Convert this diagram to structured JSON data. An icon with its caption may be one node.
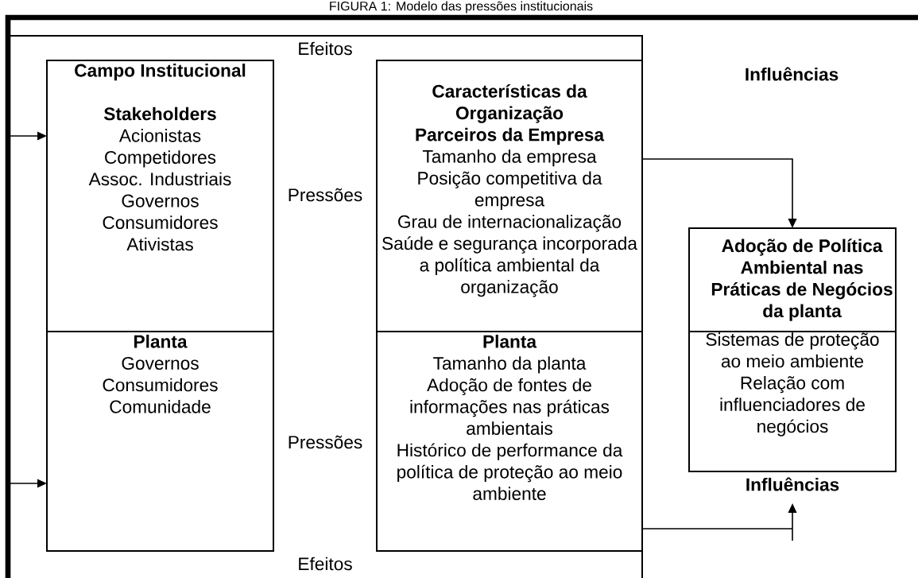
{
  "diagram": {
    "title": "FIGURA 1: Modelo das pressões institucionais",
    "nodes": [
      {
        "text": [
          "Campo Institucional",
          "Stakeholders",
          "Acionistas",
          "Competidores",
          "Assoc. Industriais",
          "Governos",
          "Consumidores",
          "Ativistas"
        ]
      },
      {
        "text": [
          "Planta",
          "Governos",
          "Consumidores",
          "Comunidade"
        ]
      },
      {
        "text": [
          "Características da Organização",
          "Parceiros da Empresa",
          "Tamanho da empresa",
          "Posição competitiva da empresa",
          "Grau de internacionalização",
          "Saúde e segurança incorporada a política ambiental da organização"
        ]
      },
      {
        "text": [
          "Planta",
          "Tamanho da planta",
          "Adoção de fontes de informações nas práticas ambientais",
          "Histórico de performance da política de proteção ao meio ambiente"
        ]
      },
      {
        "text": [
          "Adoção de Política Ambiental nas Práticas de Negócios da planta",
          "Sistemas de proteção ao meio ambiente",
          "Relação com influenciadores de negócios"
        ]
      }
    ],
    "edges": [
      {
        "from": null,
        "to": 0,
        "arrow": "to"
      },
      {
        "from": null,
        "to": 1,
        "arrow": "to"
      },
      {
        "from": 2,
        "to": 4,
        "arrow": "to"
      },
      {
        "from": 3,
        "to": 4,
        "arrow": "to"
      }
    ],
    "labels": [
      "Efeitos",
      "Influências",
      "Pressões",
      "Pressões",
      "Influências",
      "Efeitos"
    ]
  }
}
